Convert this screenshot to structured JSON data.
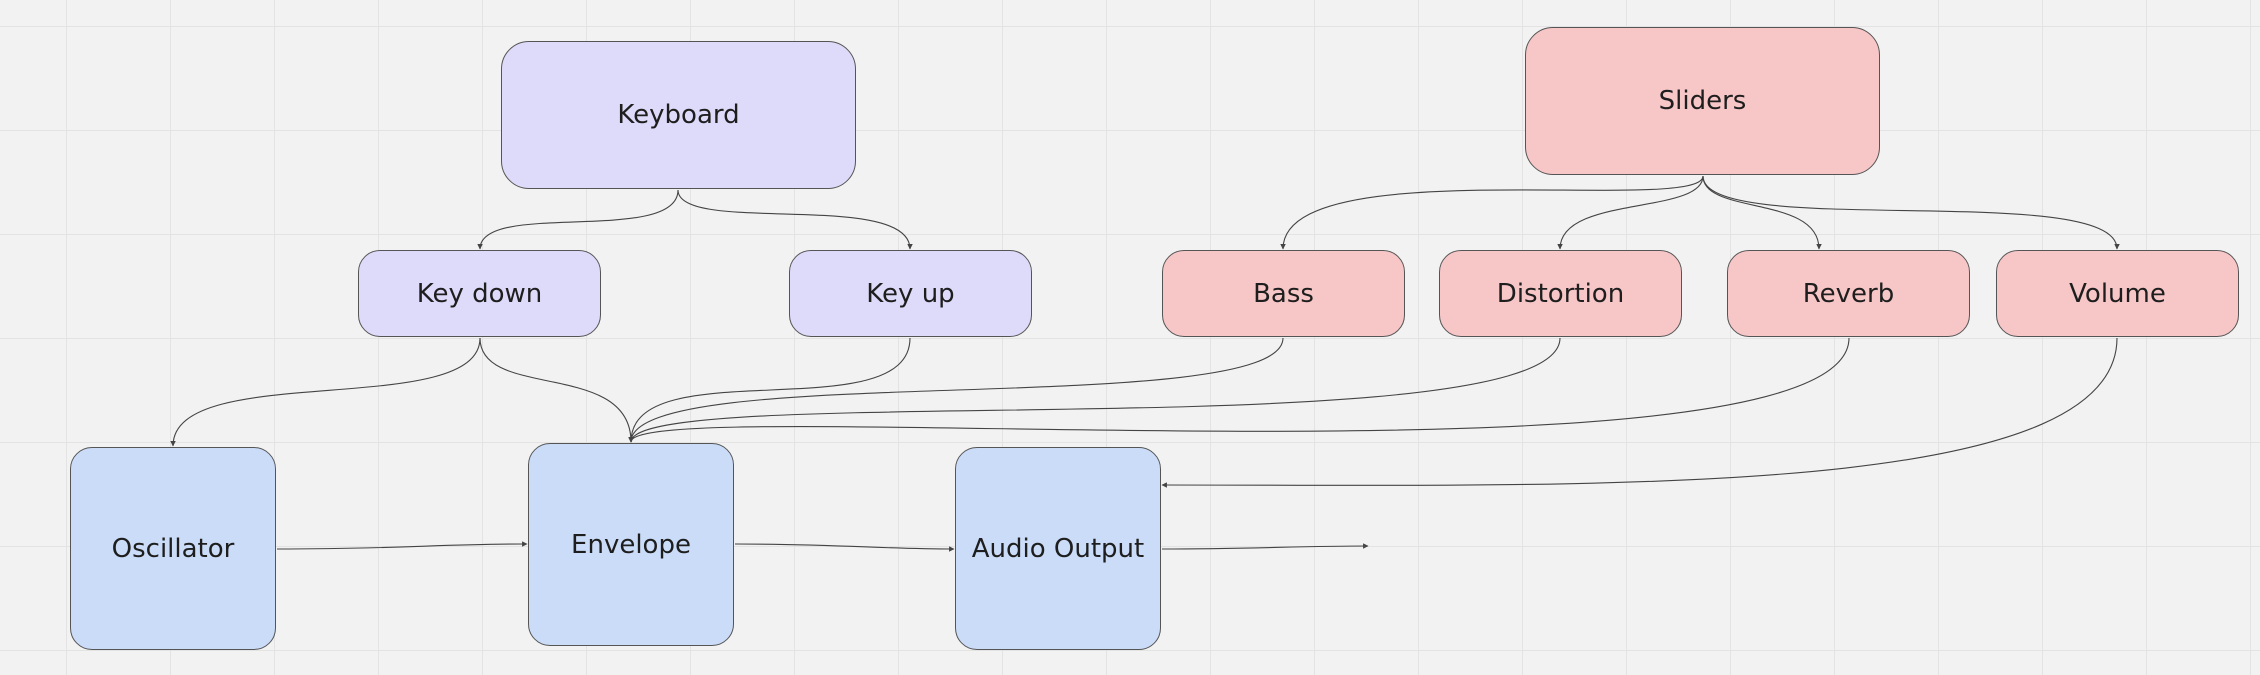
{
  "diagram": {
    "nodes": {
      "keyboard": {
        "label": "Keyboard",
        "color": "#dedafa"
      },
      "sliders": {
        "label": "Sliders",
        "color": "#f7c6c7"
      },
      "keydown": {
        "label": "Key down",
        "color": "#dedafa"
      },
      "keyup": {
        "label": "Key up",
        "color": "#dedafa"
      },
      "bass": {
        "label": "Bass",
        "color": "#f7c6c7"
      },
      "distortion": {
        "label": "Distortion",
        "color": "#f7c6c7"
      },
      "reverb": {
        "label": "Reverb",
        "color": "#f7c6c7"
      },
      "volume": {
        "label": "Volume",
        "color": "#f7c6c7"
      },
      "oscillator": {
        "label": "Oscillator",
        "color": "#cadcf8"
      },
      "envelope": {
        "label": "Envelope",
        "color": "#cadcf8"
      },
      "audio": {
        "label": "Audio Output",
        "color": "#cadcf8"
      }
    },
    "edges": [
      {
        "from": "keyboard",
        "to": "keydown"
      },
      {
        "from": "keyboard",
        "to": "keyup"
      },
      {
        "from": "sliders",
        "to": "bass"
      },
      {
        "from": "sliders",
        "to": "distortion"
      },
      {
        "from": "sliders",
        "to": "reverb"
      },
      {
        "from": "sliders",
        "to": "volume"
      },
      {
        "from": "keydown",
        "to": "oscillator"
      },
      {
        "from": "keydown",
        "to": "envelope"
      },
      {
        "from": "keyup",
        "to": "envelope"
      },
      {
        "from": "bass",
        "to": "envelope"
      },
      {
        "from": "distortion",
        "to": "envelope"
      },
      {
        "from": "reverb",
        "to": "envelope"
      },
      {
        "from": "volume",
        "to": "audio"
      },
      {
        "from": "oscillator",
        "to": "envelope"
      },
      {
        "from": "envelope",
        "to": "audio"
      },
      {
        "from": "audio",
        "to": ""
      }
    ],
    "edge_color": "#444444"
  }
}
